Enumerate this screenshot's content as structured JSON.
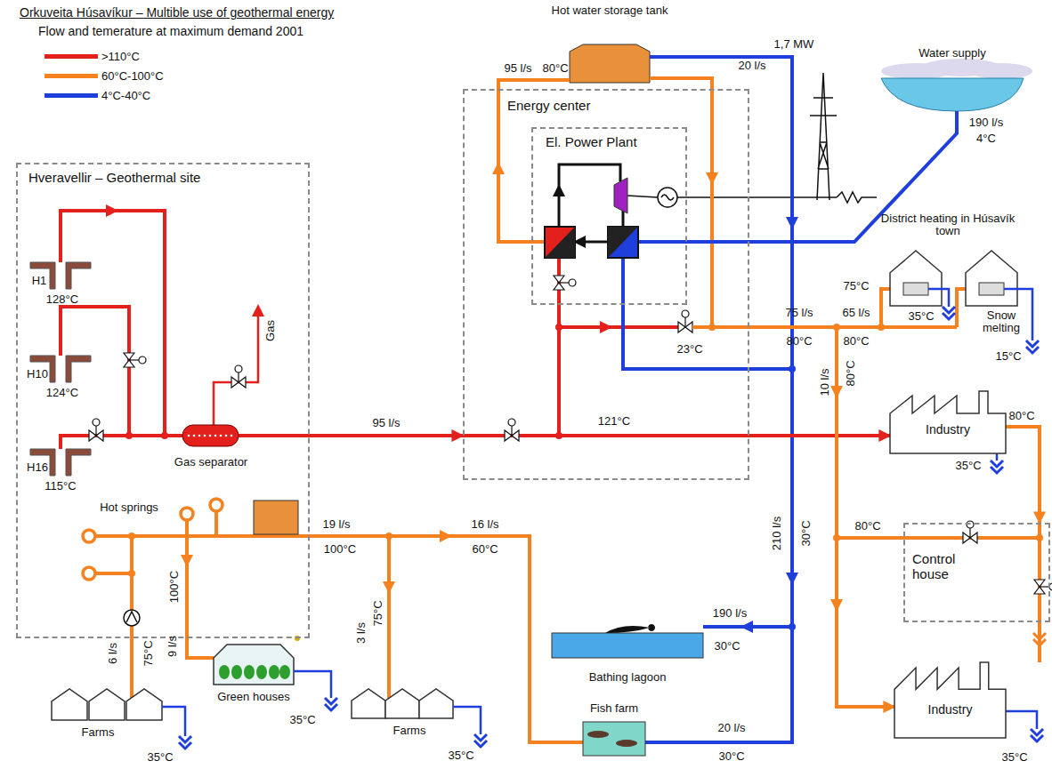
{
  "diagram": {
    "title": "Orkuveita Húsavíkur – Multible use of geothermal energy",
    "nodes": [
      {
        "text": [
          "Hveravellir – Geothermal site"
        ]
      },
      {
        "text": [
          "Energy center"
        ]
      },
      {
        "text": [
          "El. Power Plant"
        ],
        "in": 1
      },
      {
        "text": [
          "Industry"
        ]
      },
      {
        "text": [
          "Control house"
        ]
      },
      {
        "text": [
          "Industry"
        ]
      }
    ],
    "edges": [
      {
        "from": 0,
        "to": 1,
        "arrow": "to",
        "label": "95 l/s"
      },
      {
        "from": 1,
        "to": 3,
        "arrow": "to"
      },
      {
        "from": 3,
        "to": 4,
        "arrow": "to"
      },
      {
        "from": 1,
        "to": 5,
        "arrow": "to"
      }
    ],
    "labels": [
      "Flow and temerature at maximum demand 2001",
      "Hot water storage tank",
      "95 l/s",
      "80°C",
      "20 l/s",
      "1,7 MW",
      "Water supply",
      "190 l/s",
      "4°C",
      "District heating in Húsavík town",
      "H1",
      "128°C",
      "H10",
      "124°C",
      "H16",
      "115°C",
      "Gas",
      "Gas separator",
      "121°C",
      "23°C",
      "75°C",
      "35°C",
      "Snow melting",
      "15°C",
      "75 l/s",
      "65 l/s",
      "80°C",
      "80°C",
      "10 l/s",
      "80°C",
      "80°C",
      "35°C",
      "210 l/s",
      "30°C",
      "80°C",
      "Hot springs",
      "19 l/s",
      "100°C",
      "16 l/s",
      "60°C",
      "3 l/s",
      "75°C",
      "9 l/s",
      "100°C",
      "6 l/s",
      "75°C",
      "Green houses",
      "35°C",
      "Farms",
      "35°C",
      "Farms",
      "35°C",
      "Bathing lagoon",
      "190 l/s",
      "30°C",
      "Fish farm",
      "20 l/s",
      "30°C",
      "35°C"
    ],
    "legend": [
      {
        "text": ">110°C",
        "color": "#e4201c"
      },
      {
        "text": "60°C-100°C",
        "color": "#f5821f"
      },
      {
        "text": "4°C-40°C",
        "color": "#1f3fdd"
      }
    ]
  }
}
